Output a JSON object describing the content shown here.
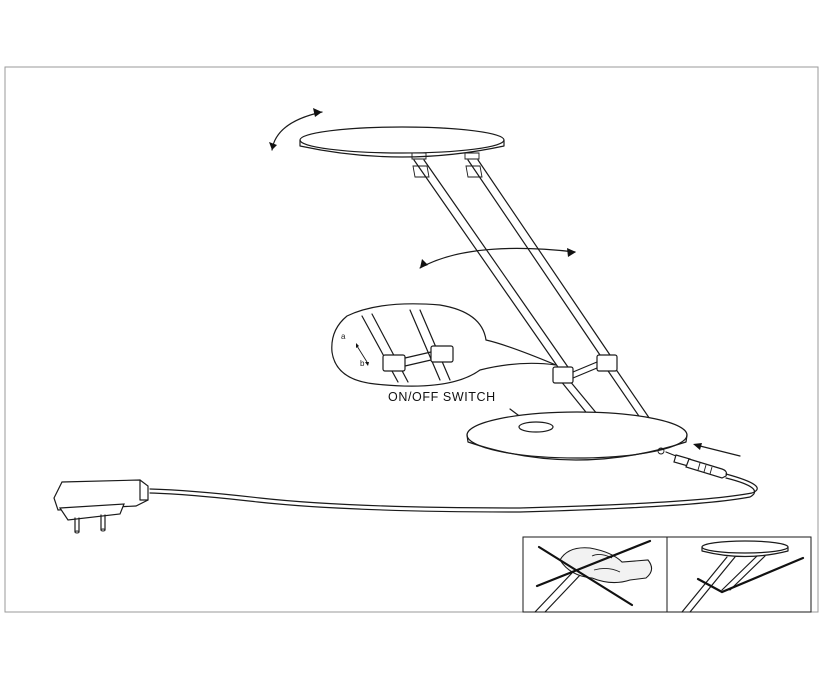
{
  "labels": {
    "switch": "ON/OFF SWITCH",
    "detail_a": "a",
    "detail_b": "b"
  },
  "colors": {
    "line": "#1a1a1a",
    "frame": "#9a9a9a",
    "background": "#ffffff"
  }
}
